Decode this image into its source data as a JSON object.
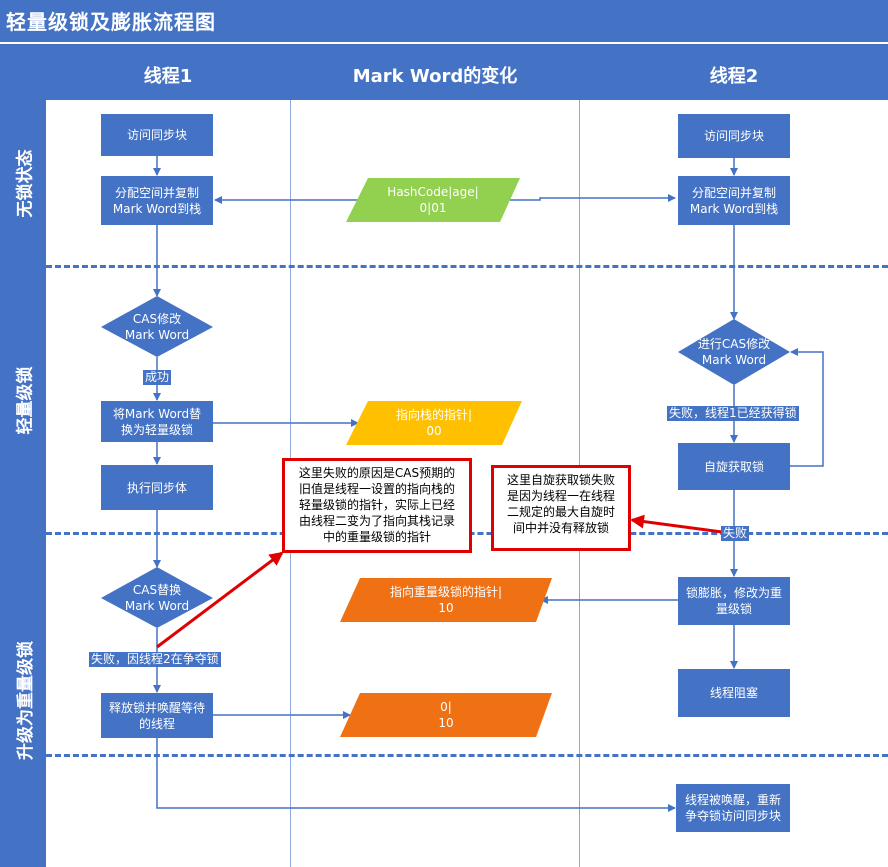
{
  "title": "轻量级锁及膨胀流程图",
  "columns": [
    "线程1",
    "Mark Word的变化",
    "线程2"
  ],
  "lanes": [
    "无锁状态",
    "轻量级锁",
    "升级为重量级锁"
  ],
  "thread1": {
    "access": "访问同步块",
    "alloc": [
      "分配空间并复制",
      "Mark Word到栈"
    ],
    "cas_modify": [
      "CAS修改",
      "Mark Word"
    ],
    "success": "成功",
    "replace": [
      "将Mark Word替",
      "换为轻量级锁"
    ],
    "exec": "执行同步体",
    "cas_replace": [
      "CAS替换",
      "Mark Word"
    ],
    "fail": "失败，因线程2在争夺锁",
    "release": [
      "释放锁并唤醒等待",
      "的线程"
    ]
  },
  "markword": {
    "hash": [
      "HashCode|age|",
      "0|01"
    ],
    "stack_ptr": [
      "指向栈的指针|",
      "00"
    ],
    "heavy_ptr": [
      "指向重量级锁的指针|",
      "10"
    ],
    "zero": [
      "0|",
      "10"
    ]
  },
  "thread2": {
    "access": "访问同步块",
    "alloc": [
      "分配空间并复制",
      "Mark Word到栈"
    ],
    "cas_modify": [
      "进行CAS修改",
      "Mark Word"
    ],
    "fail_label": "失败，线程1已经获得锁",
    "spin": "自旋获取锁",
    "fail": "失败",
    "inflate": [
      "锁膨胀，修改为重",
      "量级锁"
    ],
    "block": "线程阻塞",
    "wake": [
      "线程被唤醒，重新",
      "争夺锁访问同步块"
    ]
  },
  "notes": {
    "left": [
      "这里失败的原因是CAS预期的",
      "旧值是线程一设置的指向栈的",
      "轻量级锁的指针，实际上已经",
      "由线程二变为了指向其栈记录",
      "中的重量级锁的指针"
    ],
    "right": [
      "这里自旋获取锁失败",
      "是因为线程一在线程",
      "二规定的最大自旋时",
      "间中并没有释放锁"
    ]
  },
  "colors": {
    "blue": "#4472c4",
    "green": "#92d050",
    "amber": "#ffc000",
    "orange": "#f07014",
    "red": "#e00000"
  }
}
